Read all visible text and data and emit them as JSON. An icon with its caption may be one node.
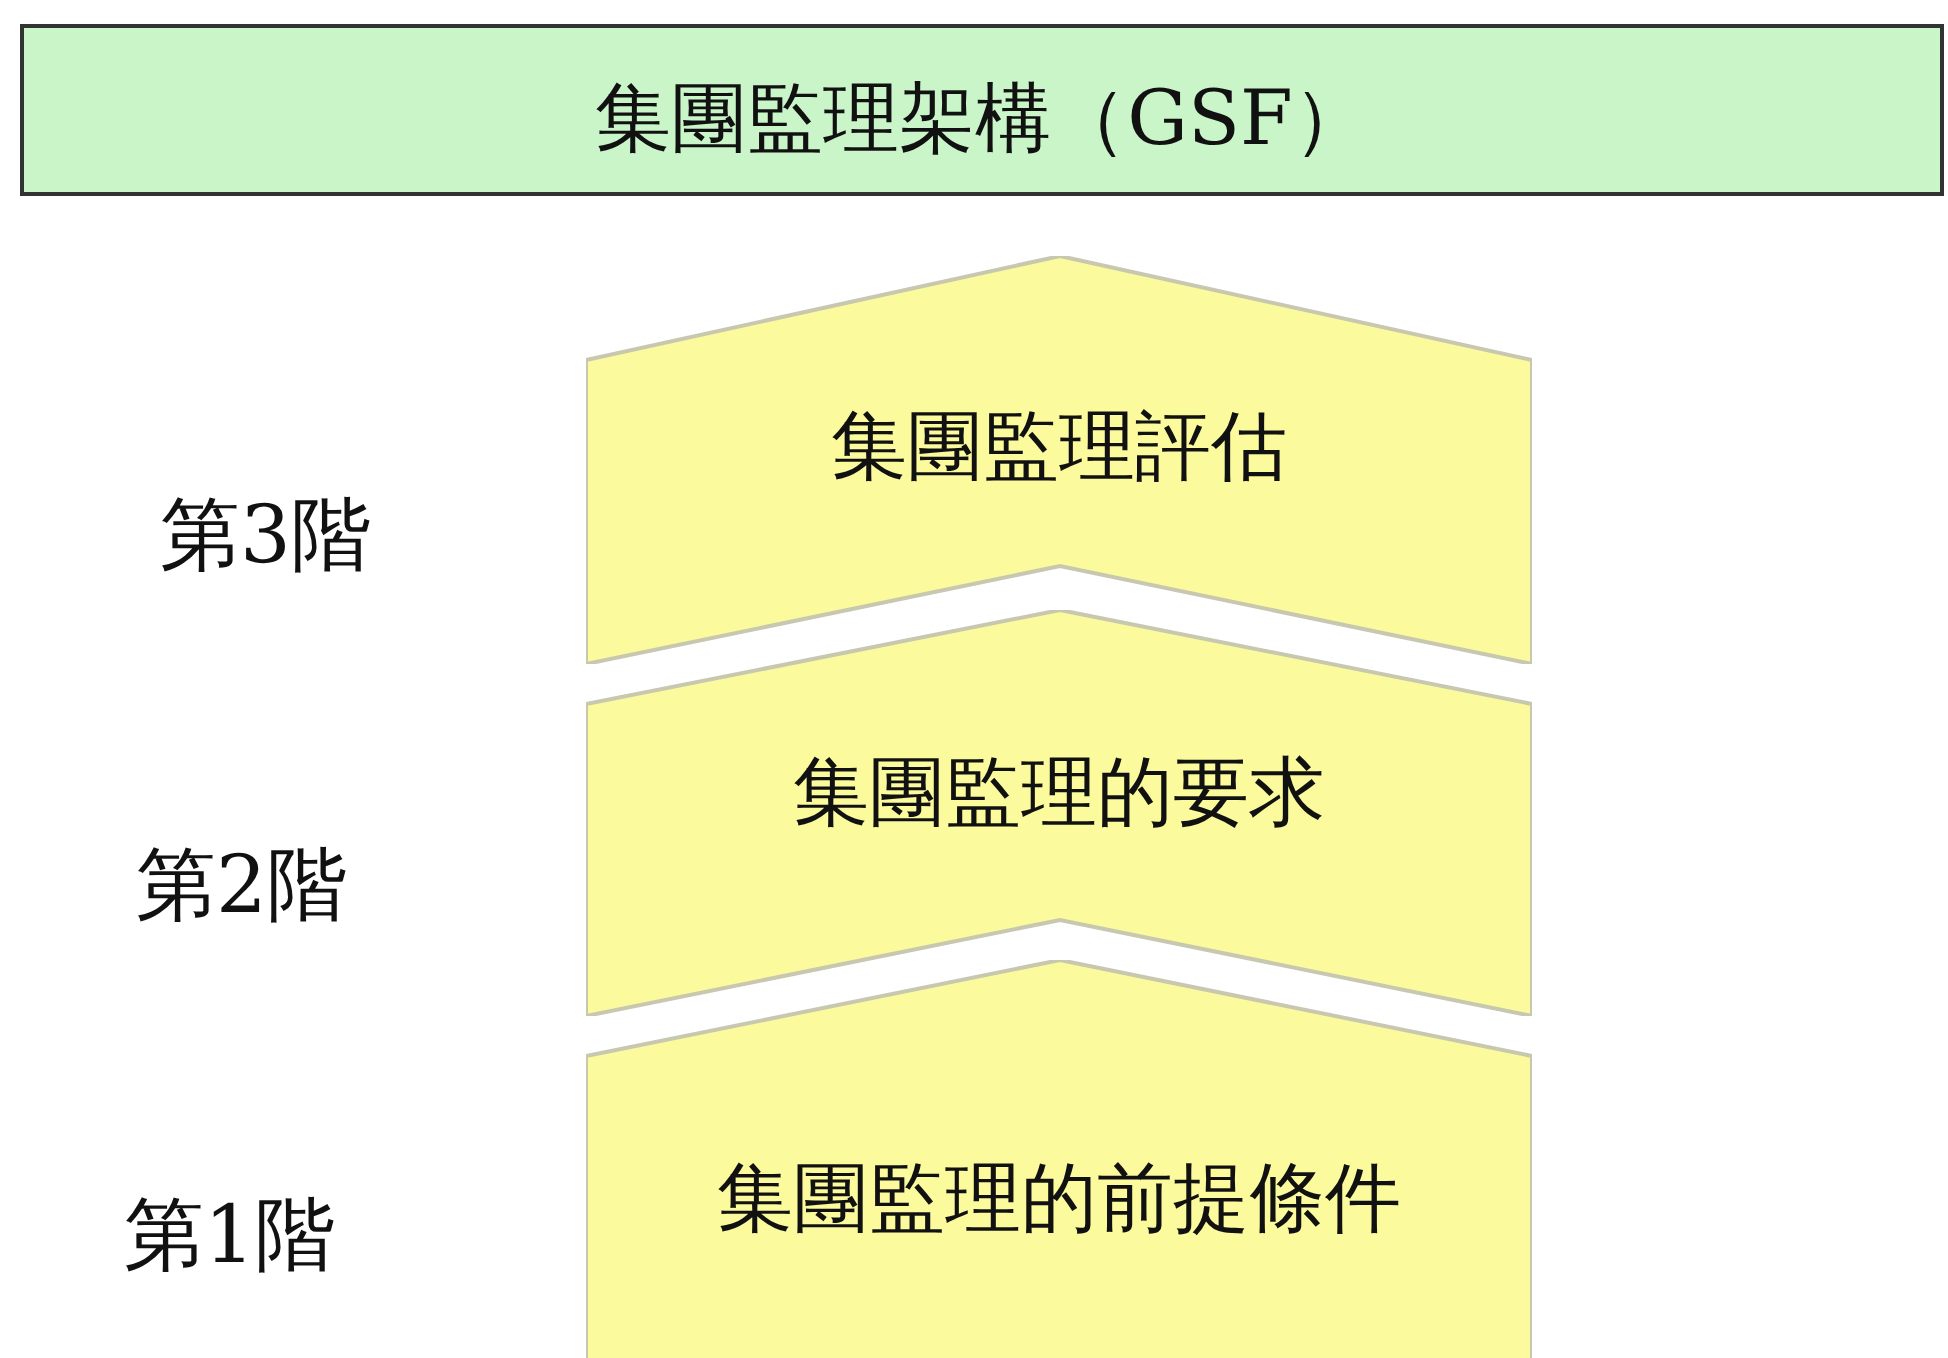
{
  "diagram": {
    "nodes": [
      {
        "text": [
          "集團監理架構（GSF）"
        ]
      },
      {
        "text": [
          "集團監理評估"
        ],
        "beside": [
          "第3階"
        ]
      },
      {
        "text": [
          "集團監理的要求"
        ],
        "beside": [
          "第2階"
        ]
      },
      {
        "text": [
          "集團監理的前提條件"
        ],
        "beside": [
          "第1階"
        ]
      }
    ],
    "edges": []
  }
}
